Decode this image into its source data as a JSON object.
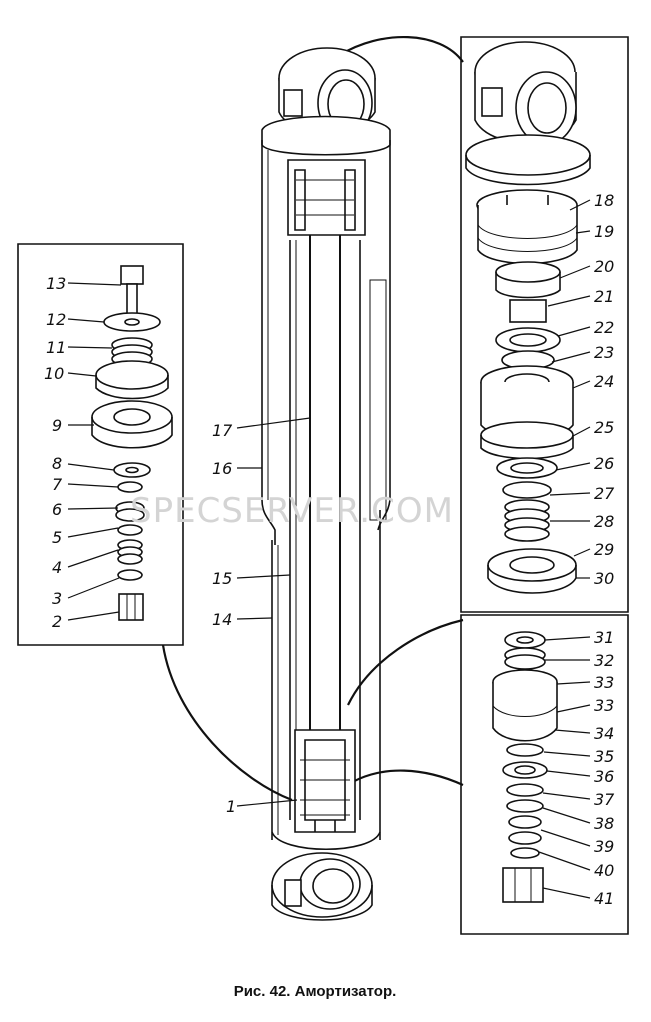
{
  "caption": "Рис.  42.  Амортизатор.",
  "watermark": "SPECSERVER.COM",
  "callouts": [
    "1",
    "2",
    "3",
    "4",
    "5",
    "6",
    "7",
    "8",
    "9",
    "10",
    "11",
    "12",
    "13",
    "14",
    "15",
    "16",
    "17",
    "18",
    "19",
    "20",
    "21",
    "22",
    "23",
    "24",
    "25",
    "26",
    "27",
    "28",
    "29",
    "30",
    "31",
    "32",
    "33",
    "33",
    "34",
    "35",
    "36",
    "37",
    "38",
    "39",
    "40",
    "41"
  ],
  "colors": {
    "ink": "#111111",
    "paper": "#ffffff",
    "watermark": "#d4d4d4"
  }
}
